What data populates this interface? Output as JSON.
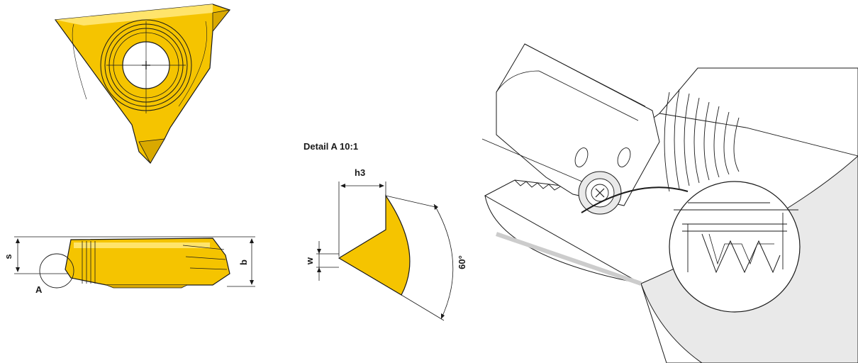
{
  "colors": {
    "insert_yellow": "#f5c400",
    "insert_highlight": "#ffe46b",
    "outline": "#1a1a1a",
    "workpiece_shade": "#e9e9e9"
  },
  "top_view": {
    "icon": "triangle-insert-icon"
  },
  "side_view": {
    "labels": {
      "s": "s",
      "b": "b",
      "a": "A"
    }
  },
  "detail": {
    "title": "Detail A 10:1",
    "labels": {
      "h3": "h3",
      "w": "w",
      "angle": "60°"
    }
  },
  "illustration": {
    "icon": "threading-operation-icon",
    "zoom_icon": "thread-profile-magnifier-icon"
  }
}
